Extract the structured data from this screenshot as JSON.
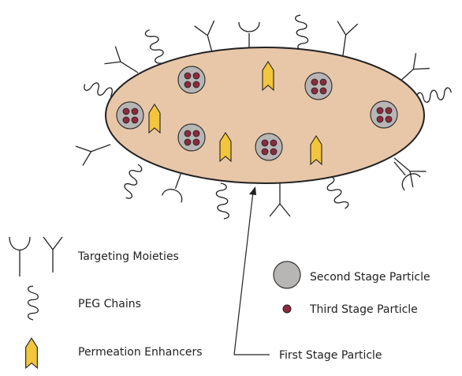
{
  "legend": {
    "targeting_moieties": "Targeting Moieties",
    "peg_chains": "PEG Chains",
    "permeation_enhancers": "Permeation Enhancers",
    "second_stage_particle": "Second Stage Particle",
    "third_stage_particle": "Third Stage Particle",
    "first_stage_particle": "First Stage Particle"
  },
  "colors": {
    "first_stage_fill": "#e8c7a8",
    "second_stage_fill": "#b8b6b4",
    "third_stage_fill": "#8c2a3c",
    "enhancer_fill": "#f2c53d",
    "stroke": "#222222"
  }
}
